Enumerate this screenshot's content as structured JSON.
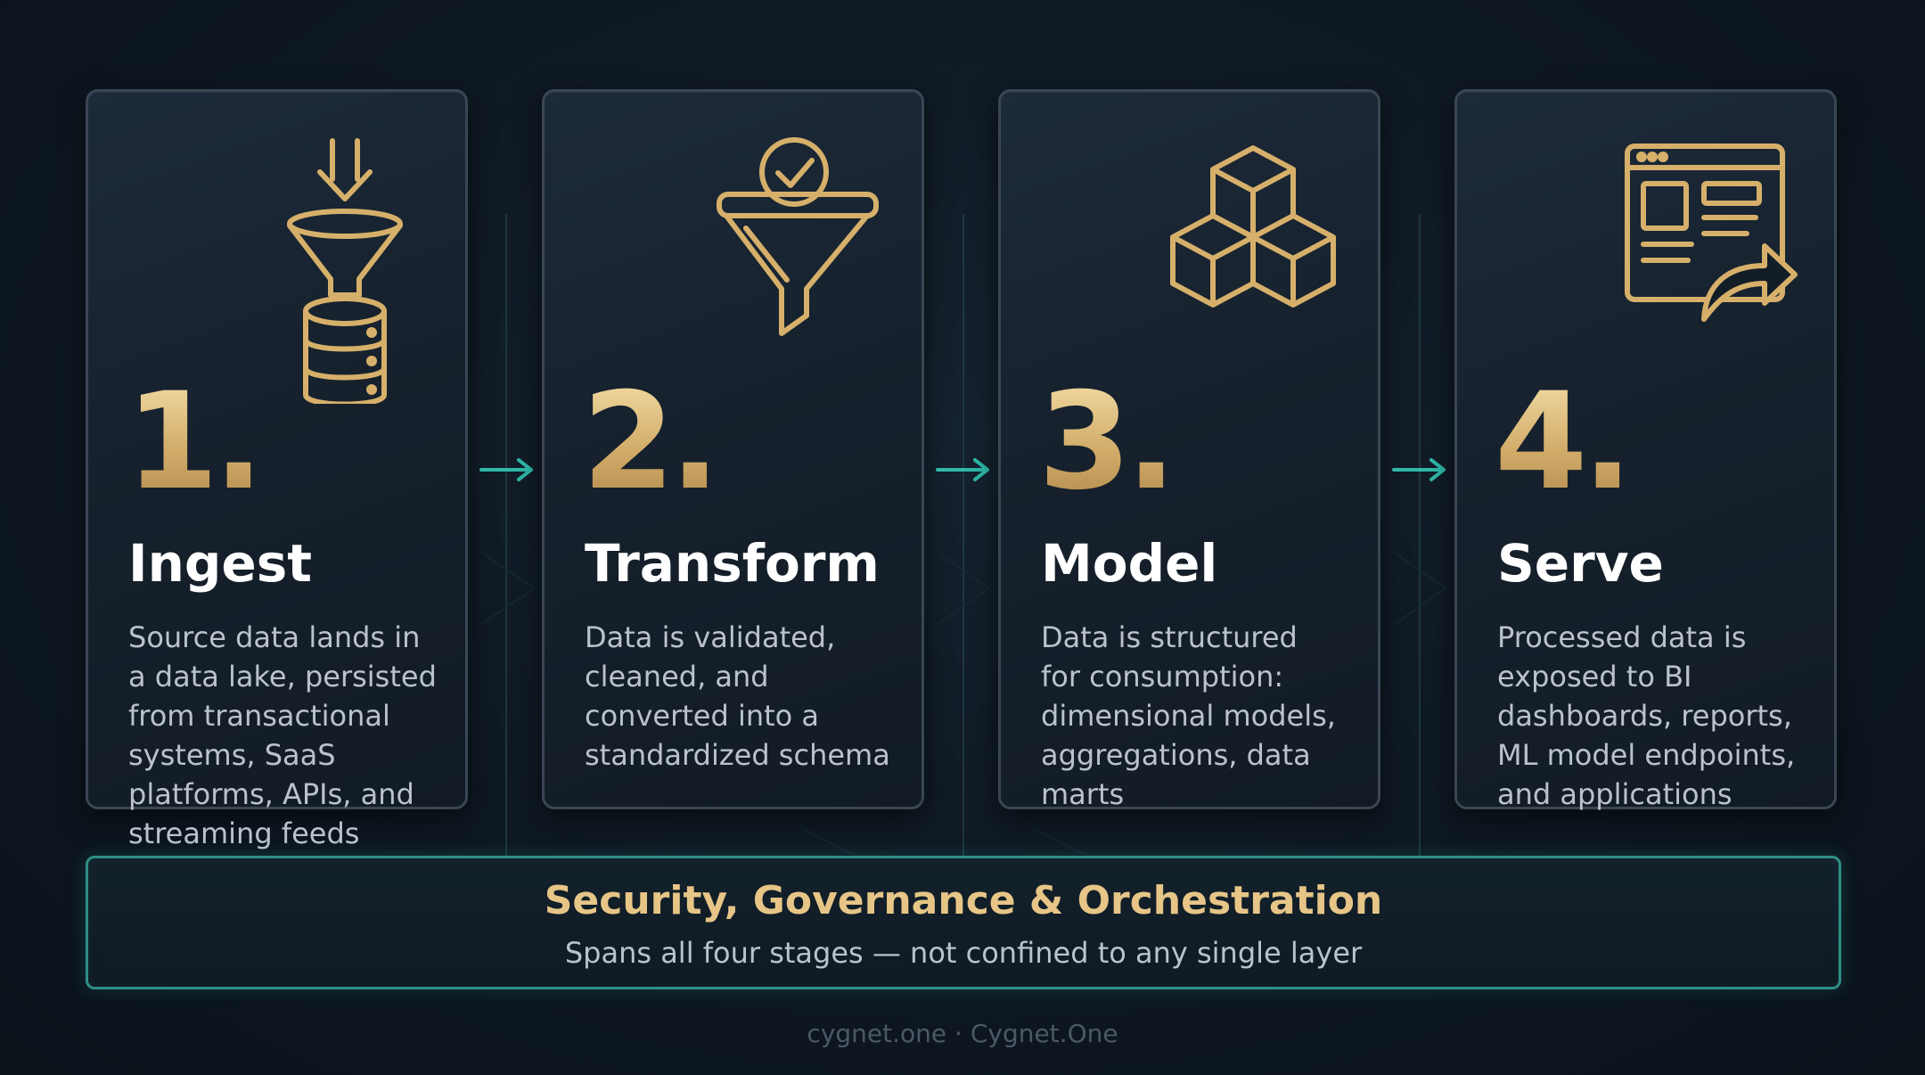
{
  "stages": [
    {
      "number": "1.",
      "title": "Ingest",
      "description": "Source data lands in\na data lake, persisted\nfrom transactional\nsystems, SaaS\nplatforms, APIs, and\nstreaming feeds",
      "icon": "funnel-database-icon"
    },
    {
      "number": "2.",
      "title": "Transform",
      "description": "Data is validated,\ncleaned, and\nconverted into a\nstandardized schema",
      "icon": "funnel-check-icon"
    },
    {
      "number": "3.",
      "title": "Model",
      "description": "Data is structured\nfor consumption:\ndimensional models,\naggregations, data\nmarts",
      "icon": "cubes-icon"
    },
    {
      "number": "4.",
      "title": "Serve",
      "description": "Processed data is\nexposed to BI\ndashboards, reports,\nML model endpoints,\nand applications",
      "icon": "dashboard-share-icon"
    }
  ],
  "banner": {
    "title": "Security, Governance & Orchestration",
    "subtitle": "Spans all four stages — not confined to any single layer"
  },
  "footer": "cygnet.one · Cygnet.One",
  "colors": {
    "background": "#0d1620",
    "card": "#1a2633",
    "gold": "#d9b46e",
    "teal": "#2fb8a8",
    "text": "#ffffff",
    "muted": "#b9c2cd"
  }
}
